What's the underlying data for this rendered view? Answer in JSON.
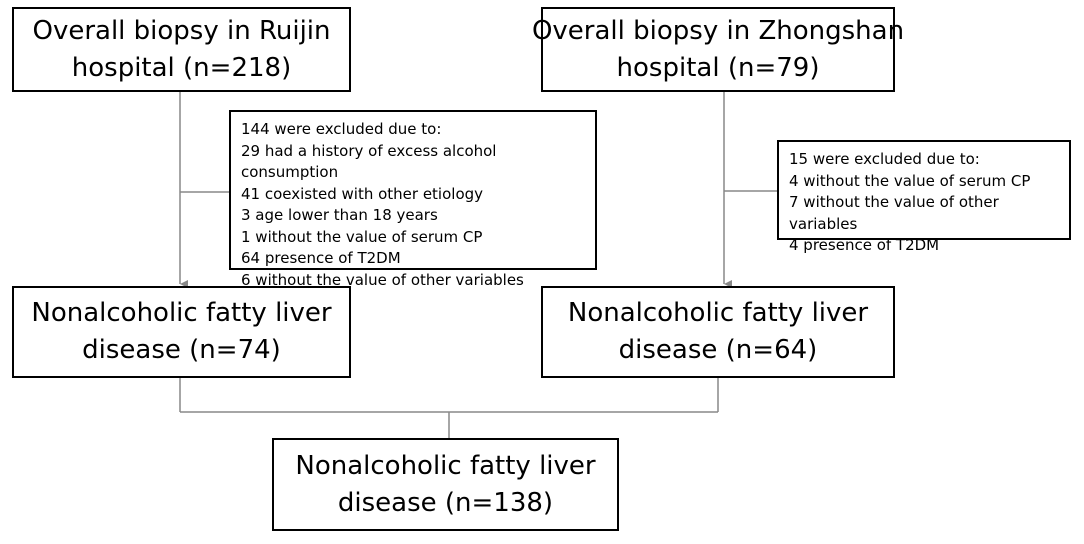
{
  "flowchart": {
    "top_left": {
      "line1": "Overall biopsy in Ruijin",
      "line2": "hospital (n=218)"
    },
    "top_right": {
      "line1": "Overall biopsy in Zhongshan",
      "line2": "hospital (n=79)"
    },
    "exclusion_left": {
      "lines": [
        "144 were excluded due to:",
        "29 had a history of excess alcohol consumption",
        "41 coexisted with other etiology",
        "3 age lower than 18 years",
        "1 without the value of serum CP",
        "64 presence of T2DM",
        "6 without the value of other variables"
      ]
    },
    "exclusion_right": {
      "lines": [
        "15 were excluded due to:",
        "4 without the value of serum CP",
        "7 without the value of other variables",
        "4 presence of T2DM"
      ]
    },
    "mid_left": {
      "line1": "Nonalcoholic fatty liver",
      "line2": "disease (n=74)"
    },
    "mid_right": {
      "line1": "Nonalcoholic fatty liver",
      "line2": "disease (n=64)"
    },
    "bottom": {
      "line1": "Nonalcoholic fatty liver",
      "line2": "disease (n=138)"
    }
  },
  "colors": {
    "stroke": "#000000",
    "connector": "#888888",
    "background": "#ffffff"
  }
}
